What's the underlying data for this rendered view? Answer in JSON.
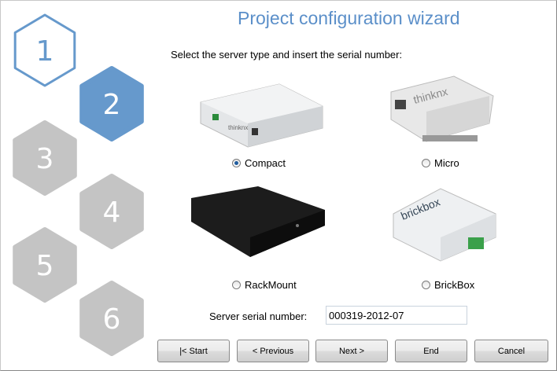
{
  "title": "Project configuration wizard",
  "instruction": "Select the server type and insert the serial number:",
  "steps": [
    {
      "n": "1",
      "state": "done"
    },
    {
      "n": "2",
      "state": "current"
    },
    {
      "n": "3",
      "state": "pending"
    },
    {
      "n": "4",
      "state": "pending"
    },
    {
      "n": "5",
      "state": "pending"
    },
    {
      "n": "6",
      "state": "pending"
    }
  ],
  "colors": {
    "accent": "#6699cc",
    "pending": "#c4c4c4"
  },
  "servers": [
    {
      "label": "Compact",
      "selected": true,
      "brand": "thinknx"
    },
    {
      "label": "Micro",
      "selected": false,
      "brand": "thinknx"
    },
    {
      "label": "RackMount",
      "selected": false
    },
    {
      "label": "BrickBox",
      "selected": false,
      "brand": "brickbox"
    }
  ],
  "serial": {
    "label": "Server serial number:",
    "value": "000319-2012-07"
  },
  "buttons": {
    "start": "|< Start",
    "previous": "< Previous",
    "next": "Next >",
    "end": "End",
    "cancel": "Cancel"
  }
}
